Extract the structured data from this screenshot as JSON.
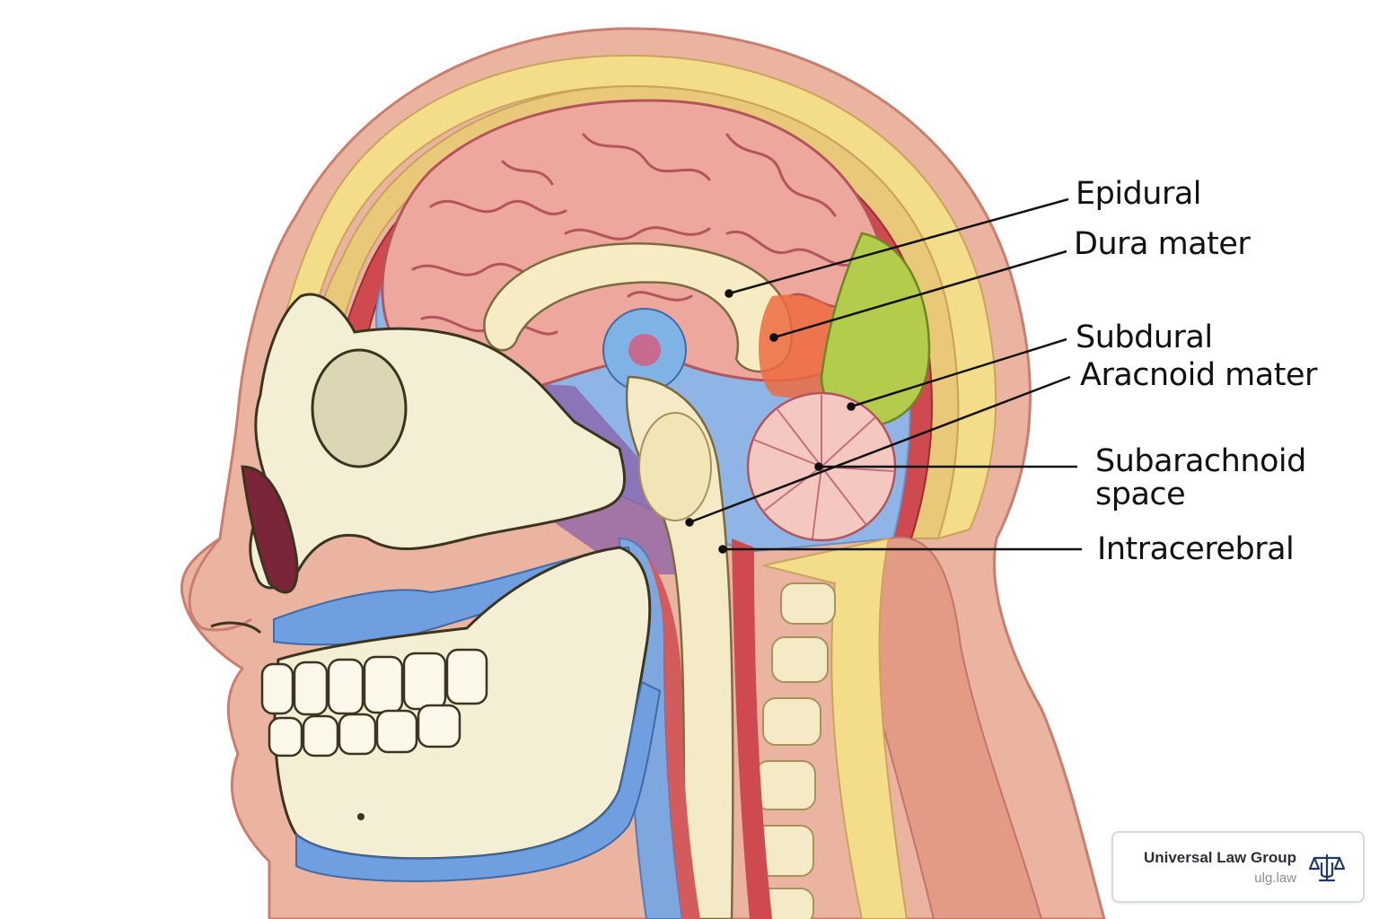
{
  "diagram": {
    "labels": [
      {
        "id": "epidural",
        "text": "Epidural"
      },
      {
        "id": "dura",
        "text": "Dura mater"
      },
      {
        "id": "subdural",
        "text": "Subdural"
      },
      {
        "id": "arachnoid",
        "text": "Aracnoid mater"
      },
      {
        "id": "subarachnoid",
        "text": "Subarachnoid\nspace"
      },
      {
        "id": "intracerebral",
        "text": "Intracerebral"
      }
    ]
  },
  "badge": {
    "name": "Universal Law Group",
    "url": "ulg.law",
    "logo_icon": "scales-of-justice-icon"
  },
  "colors": {
    "skin": "#eab4a1",
    "bone": "#f4efd4",
    "brain": "#eda79d",
    "csf_blue": "#8fb5e6",
    "dura_red": "#cf4a4e",
    "cerebellum_green": "#b4cc4c"
  }
}
